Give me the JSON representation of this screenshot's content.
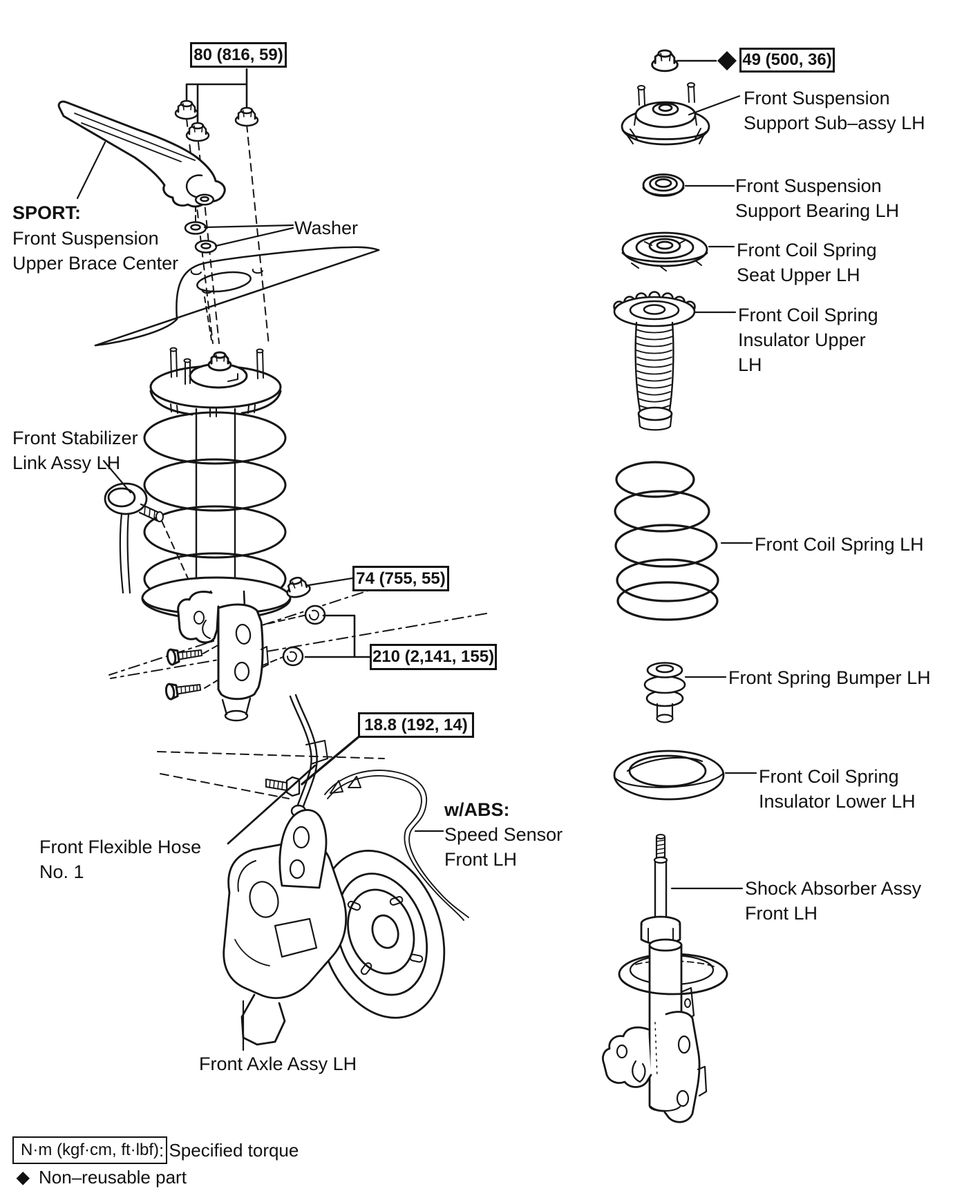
{
  "torque_labels": {
    "upper_brace": "80 (816, 59)",
    "support_nut": "49 (500, 36)",
    "stabilizer_link": "74 (755, 55)",
    "knuckle_bolts": "210 (2,141, 155)",
    "flexible_hose": "18.8 (192, 14)"
  },
  "part_labels": {
    "sport_heading": "SPORT:",
    "sport_body": "Front Suspension\nUpper Brace Center",
    "washer": "Washer",
    "stabilizer_link": "Front Stabilizer\nLink Assy LH",
    "flexible_hose": "Front Flexible Hose\nNo. 1",
    "abs_heading": "w/ABS:",
    "abs_body": "Speed Sensor\nFront LH",
    "front_axle": "Front Axle Assy LH",
    "support_subassy": "Front Suspension\nSupport Sub–assy LH",
    "support_bearing": "Front Suspension\nSupport Bearing LH",
    "spring_seat_upper": "Front Coil Spring\nSeat Upper LH",
    "spring_insulator_upper": "Front Coil Spring\nInsulator Upper\nLH",
    "coil_spring": "Front Coil Spring LH",
    "spring_bumper": "Front Spring Bumper LH",
    "spring_insulator_lower": "Front Coil Spring\nInsulator Lower LH",
    "shock_absorber": "Shock Absorber Assy\nFront LH"
  },
  "legend": {
    "torque_unit_box": "N·m (kgf·cm, ft·lbf)",
    "torque_meaning": ": Specified torque",
    "non_reusable_marker": "◆",
    "non_reusable_text": "Non–reusable part"
  }
}
